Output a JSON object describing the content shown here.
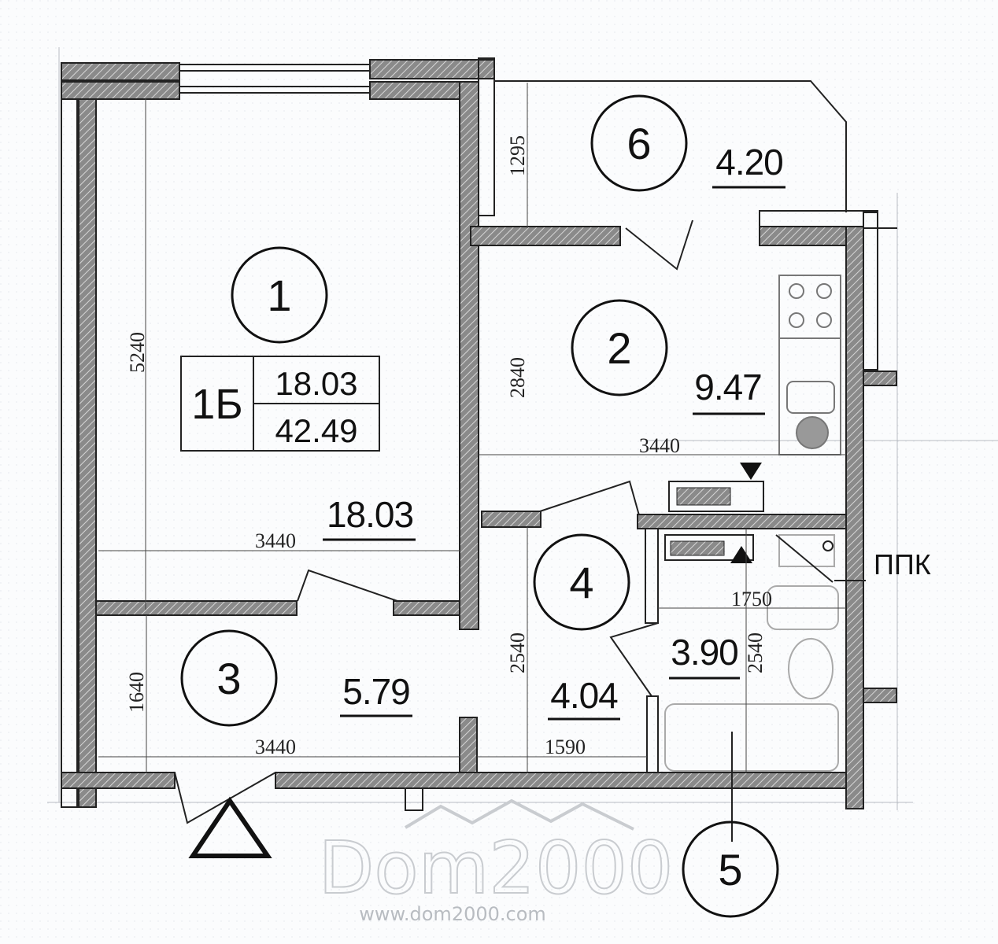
{
  "rooms": [
    {
      "number": "1",
      "area": "18.03"
    },
    {
      "number": "2",
      "area": "9.47"
    },
    {
      "number": "3",
      "area": "5.79"
    },
    {
      "number": "4",
      "area": "4.04"
    },
    {
      "number": "5",
      "area": "3.90"
    },
    {
      "number": "6",
      "area": "4.20"
    }
  ],
  "apartment": {
    "type": "1Б",
    "living_area": "18.03",
    "total_area": "42.49"
  },
  "dimensions": {
    "room1_height": "5240",
    "room1_width": "3440",
    "room2_height": "2840",
    "room2_width": "3440",
    "balcony_depth": "1295",
    "hall_height": "1640",
    "hall_width": "3440",
    "corridor_height": "2540",
    "corridor_width": "1590",
    "bath_width": "1750",
    "bath_height": "2540"
  },
  "labels": {
    "ppk": "ППК"
  },
  "watermark": {
    "brand": "Dom2000",
    "url": "www.dom2000.com"
  }
}
